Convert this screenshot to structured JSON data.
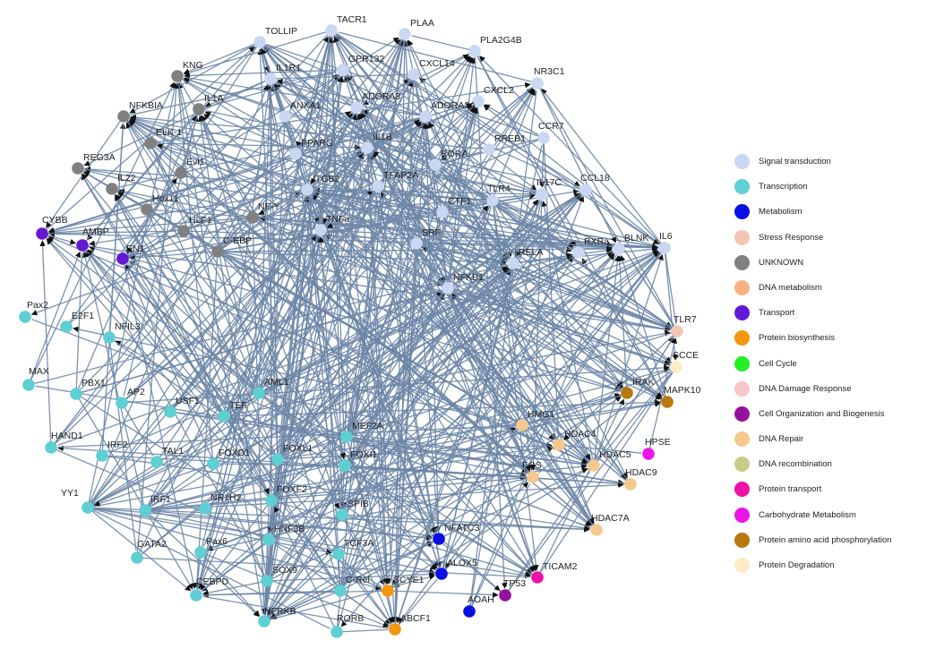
{
  "colors": {
    "edge": "#6d86a6",
    "categories": {
      "Signal transduction": "#c9d7f3",
      "Transcription": "#5ecfd2",
      "Metabolism": "#0a10e3",
      "Stress Response": "#f6c4b6",
      "UNKNOWN": "#808080",
      "DNA metabolism": "#f7b07f",
      "Transport": "#6418d6",
      "Protein biosynthesis": "#f5960d",
      "Cell Cycle": "#23ef23",
      "DNA Damage Response": "#f8c6c6",
      "Cell Organization and Biogenesis": "#95109c",
      "DNA Repair": "#f6c88e",
      "DNA recombination": "#c7cc8a",
      "Protein transport": "#ee10a8",
      "Carbohydrate Metabolism": "#ec16ea",
      "Protein amino acid phosphorylation": "#b9780f",
      "Protein Degradation": "#fbecc4"
    }
  },
  "legend": [
    "Signal transduction",
    "Transcription",
    "Metabolism",
    "Stress Response",
    "UNKNOWN",
    "DNA metabolism",
    "Transport",
    "Protein biosynthesis",
    "Cell Cycle",
    "DNA Damage Response",
    "Cell Organization and Biogenesis",
    "DNA Repair",
    "DNA recombination",
    "Protein transport",
    "Carbohydrate Metabolism",
    "Protein amino acid phosphorylation",
    "Protein Degradation"
  ],
  "nodes": [
    {
      "id": "TOLLIP",
      "category": "Signal transduction"
    },
    {
      "id": "TACR1",
      "category": "Signal transduction"
    },
    {
      "id": "PLAA",
      "category": "Signal transduction"
    },
    {
      "id": "PLA2G4B",
      "category": "Signal transduction"
    },
    {
      "id": "IL1R1",
      "category": "Signal transduction"
    },
    {
      "id": "GPR132",
      "category": "Signal transduction"
    },
    {
      "id": "CXCL14",
      "category": "Signal transduction"
    },
    {
      "id": "NR3C1",
      "category": "Signal transduction"
    },
    {
      "id": "ANXA1",
      "category": "Signal transduction"
    },
    {
      "id": "ADORA3",
      "category": "Signal transduction"
    },
    {
      "id": "CXCL2",
      "category": "Signal transduction"
    },
    {
      "id": "ADORA2A",
      "category": "Signal transduction"
    },
    {
      "id": "CCR7",
      "category": "Signal transduction"
    },
    {
      "id": "RREB1",
      "category": "Signal transduction"
    },
    {
      "id": "PPARG",
      "category": "Signal transduction"
    },
    {
      "id": "IL1B",
      "category": "Signal transduction"
    },
    {
      "id": "RORA",
      "category": "Signal transduction"
    },
    {
      "id": "ITGB2",
      "category": "Signal transduction"
    },
    {
      "id": "TFAP2A",
      "category": "Signal transduction"
    },
    {
      "id": "IL17C",
      "category": "Signal transduction"
    },
    {
      "id": "CCL18",
      "category": "Signal transduction"
    },
    {
      "id": "TLR4",
      "category": "Signal transduction"
    },
    {
      "id": "CTF1",
      "category": "Signal transduction"
    },
    {
      "id": "TNFa",
      "category": "Signal transduction"
    },
    {
      "id": "SRF",
      "category": "Signal transduction"
    },
    {
      "id": "RELA",
      "category": "Signal transduction"
    },
    {
      "id": "RXRa",
      "category": "Signal transduction"
    },
    {
      "id": "BLNK",
      "category": "Signal transduction"
    },
    {
      "id": "IL6",
      "category": "Signal transduction"
    },
    {
      "id": "NFKB1",
      "category": "Signal transduction"
    },
    {
      "id": "KNG",
      "category": "UNKNOWN"
    },
    {
      "id": "NFKBIA",
      "category": "UNKNOWN"
    },
    {
      "id": "IL1A",
      "category": "UNKNOWN"
    },
    {
      "id": "ELK-1",
      "category": "UNKNOWN"
    },
    {
      "id": "REG3A",
      "category": "UNKNOWN"
    },
    {
      "id": "Evi1",
      "category": "UNKNOWN"
    },
    {
      "id": "IL22",
      "category": "UNKNOWN"
    },
    {
      "id": "Hox11",
      "category": "UNKNOWN"
    },
    {
      "id": "HLF1",
      "category": "UNKNOWN"
    },
    {
      "id": "NF-Y",
      "category": "UNKNOWN"
    },
    {
      "id": "C-EBP",
      "category": "UNKNOWN"
    },
    {
      "id": "CYBB",
      "category": "Transport"
    },
    {
      "id": "AMBP",
      "category": "Transport"
    },
    {
      "id": "EN1",
      "category": "Transport"
    },
    {
      "id": "Pax2",
      "category": "Transcription"
    },
    {
      "id": "E2F1",
      "category": "Transcription"
    },
    {
      "id": "NFIL3",
      "category": "Transcription"
    },
    {
      "id": "MAX",
      "category": "Transcription"
    },
    {
      "id": "PBX1",
      "category": "Transcription"
    },
    {
      "id": "AP2",
      "category": "Transcription"
    },
    {
      "id": "USF1",
      "category": "Transcription"
    },
    {
      "id": "AML1",
      "category": "Transcription"
    },
    {
      "id": "TEF",
      "category": "Transcription"
    },
    {
      "id": "HAND1",
      "category": "Transcription"
    },
    {
      "id": "IRF2",
      "category": "Transcription"
    },
    {
      "id": "TAL1",
      "category": "Transcription"
    },
    {
      "id": "FOXD1",
      "category": "Transcription"
    },
    {
      "id": "FOXL1",
      "category": "Transcription"
    },
    {
      "id": "MEF2A",
      "category": "Transcription"
    },
    {
      "id": "FOXI1",
      "category": "Transcription"
    },
    {
      "id": "YY1",
      "category": "Transcription"
    },
    {
      "id": "IRF1",
      "category": "Transcription"
    },
    {
      "id": "NR1H2",
      "category": "Transcription"
    },
    {
      "id": "FOXF2",
      "category": "Transcription"
    },
    {
      "id": "SPIB",
      "category": "Transcription"
    },
    {
      "id": "GATA2",
      "category": "Transcription"
    },
    {
      "id": "Pax6",
      "category": "Transcription"
    },
    {
      "id": "HNF3B",
      "category": "Transcription"
    },
    {
      "id": "TCF3A",
      "category": "Transcription"
    },
    {
      "id": "SOX9",
      "category": "Transcription"
    },
    {
      "id": "CEBPD",
      "category": "Transcription"
    },
    {
      "id": "C-Rel",
      "category": "Transcription"
    },
    {
      "id": "NFRKB",
      "category": "Transcription"
    },
    {
      "id": "RORB",
      "category": "Transcription"
    },
    {
      "id": "TLR7",
      "category": "Stress Response"
    },
    {
      "id": "SCCE",
      "category": "Protein Degradation"
    },
    {
      "id": "IRAK",
      "category": "Protein amino acid phosphorylation"
    },
    {
      "id": "MAPK10",
      "category": "Protein amino acid phosphorylation"
    },
    {
      "id": "HMG1",
      "category": "DNA Repair"
    },
    {
      "id": "HDAC4",
      "category": "DNA Repair"
    },
    {
      "id": "HPSE",
      "category": "Carbohydrate Metabolism"
    },
    {
      "id": "HDAC5",
      "category": "DNA Repair"
    },
    {
      "id": "FOS",
      "category": "DNA Repair"
    },
    {
      "id": "HDAC9",
      "category": "DNA Repair"
    },
    {
      "id": "HDAC7A",
      "category": "DNA Repair"
    },
    {
      "id": "NFATC3",
      "category": "Metabolism"
    },
    {
      "id": "ALOX5",
      "category": "Metabolism"
    },
    {
      "id": "TICAM2",
      "category": "Protein transport"
    },
    {
      "id": "TP53",
      "category": "Cell Organization and Biogenesis"
    },
    {
      "id": "SCYE1",
      "category": "Protein biosynthesis"
    },
    {
      "id": "AOAH",
      "category": "Metabolism"
    },
    {
      "id": "ABCF1",
      "category": "Protein biosynthesis"
    }
  ]
}
